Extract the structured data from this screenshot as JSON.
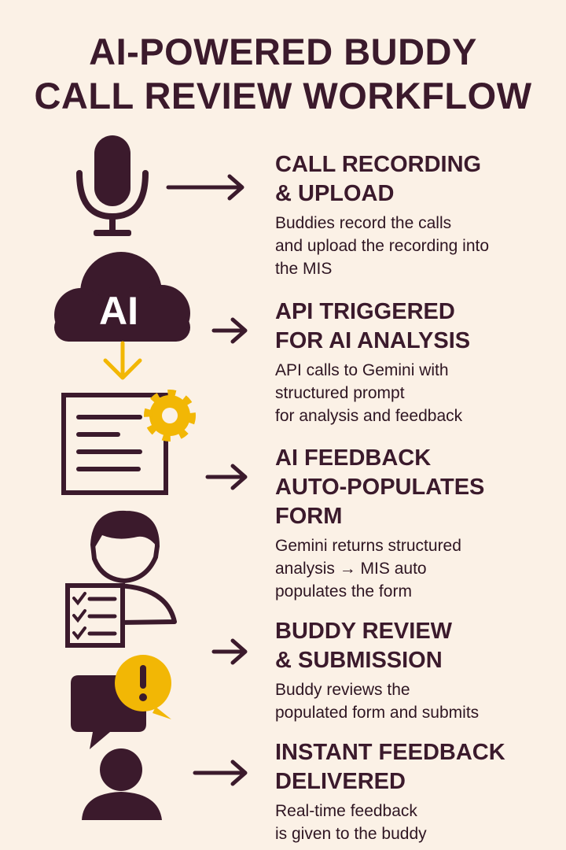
{
  "title": {
    "line1": "AI-POWERED BUDDY",
    "line2": "CALL REVIEW WORKFLOW"
  },
  "icon_text": {
    "cloud": "AI"
  },
  "colors": {
    "background": "#fbf1e6",
    "primary": "#3b1a2c",
    "accent": "#f2b705"
  },
  "steps": [
    {
      "icon": "microphone-icon",
      "heading": [
        "CALL RECORDING",
        "& UPLOAD"
      ],
      "description": [
        "Buddies record the calls",
        "and upload the recording into",
        "the MIS"
      ]
    },
    {
      "icon": "ai-cloud-icon",
      "heading": [
        "API TRIGGERED",
        "FOR AI ANALYSIS"
      ],
      "description": [
        "API calls to Gemini with",
        "structured prompt",
        "for analysis and feedback"
      ]
    },
    {
      "icon": "document-gear-icon",
      "heading": [
        "AI FEEDBACK",
        "AUTO-POPULATES",
        "FORM"
      ],
      "description": [
        "Gemini returns structured",
        "analysis → MIS auto",
        "populates the form"
      ]
    },
    {
      "icon": "person-checklist-icon",
      "heading": [
        "BUDDY REVIEW",
        "& SUBMISSION"
      ],
      "description": [
        "Buddy reviews the",
        "populated form and submits"
      ]
    },
    {
      "icon": "feedback-alert-icon",
      "heading": [
        "INSTANT FEEDBACK",
        "DELIVERED"
      ],
      "description": [
        "Real-time feedback",
        "is given to the buddy"
      ]
    }
  ]
}
